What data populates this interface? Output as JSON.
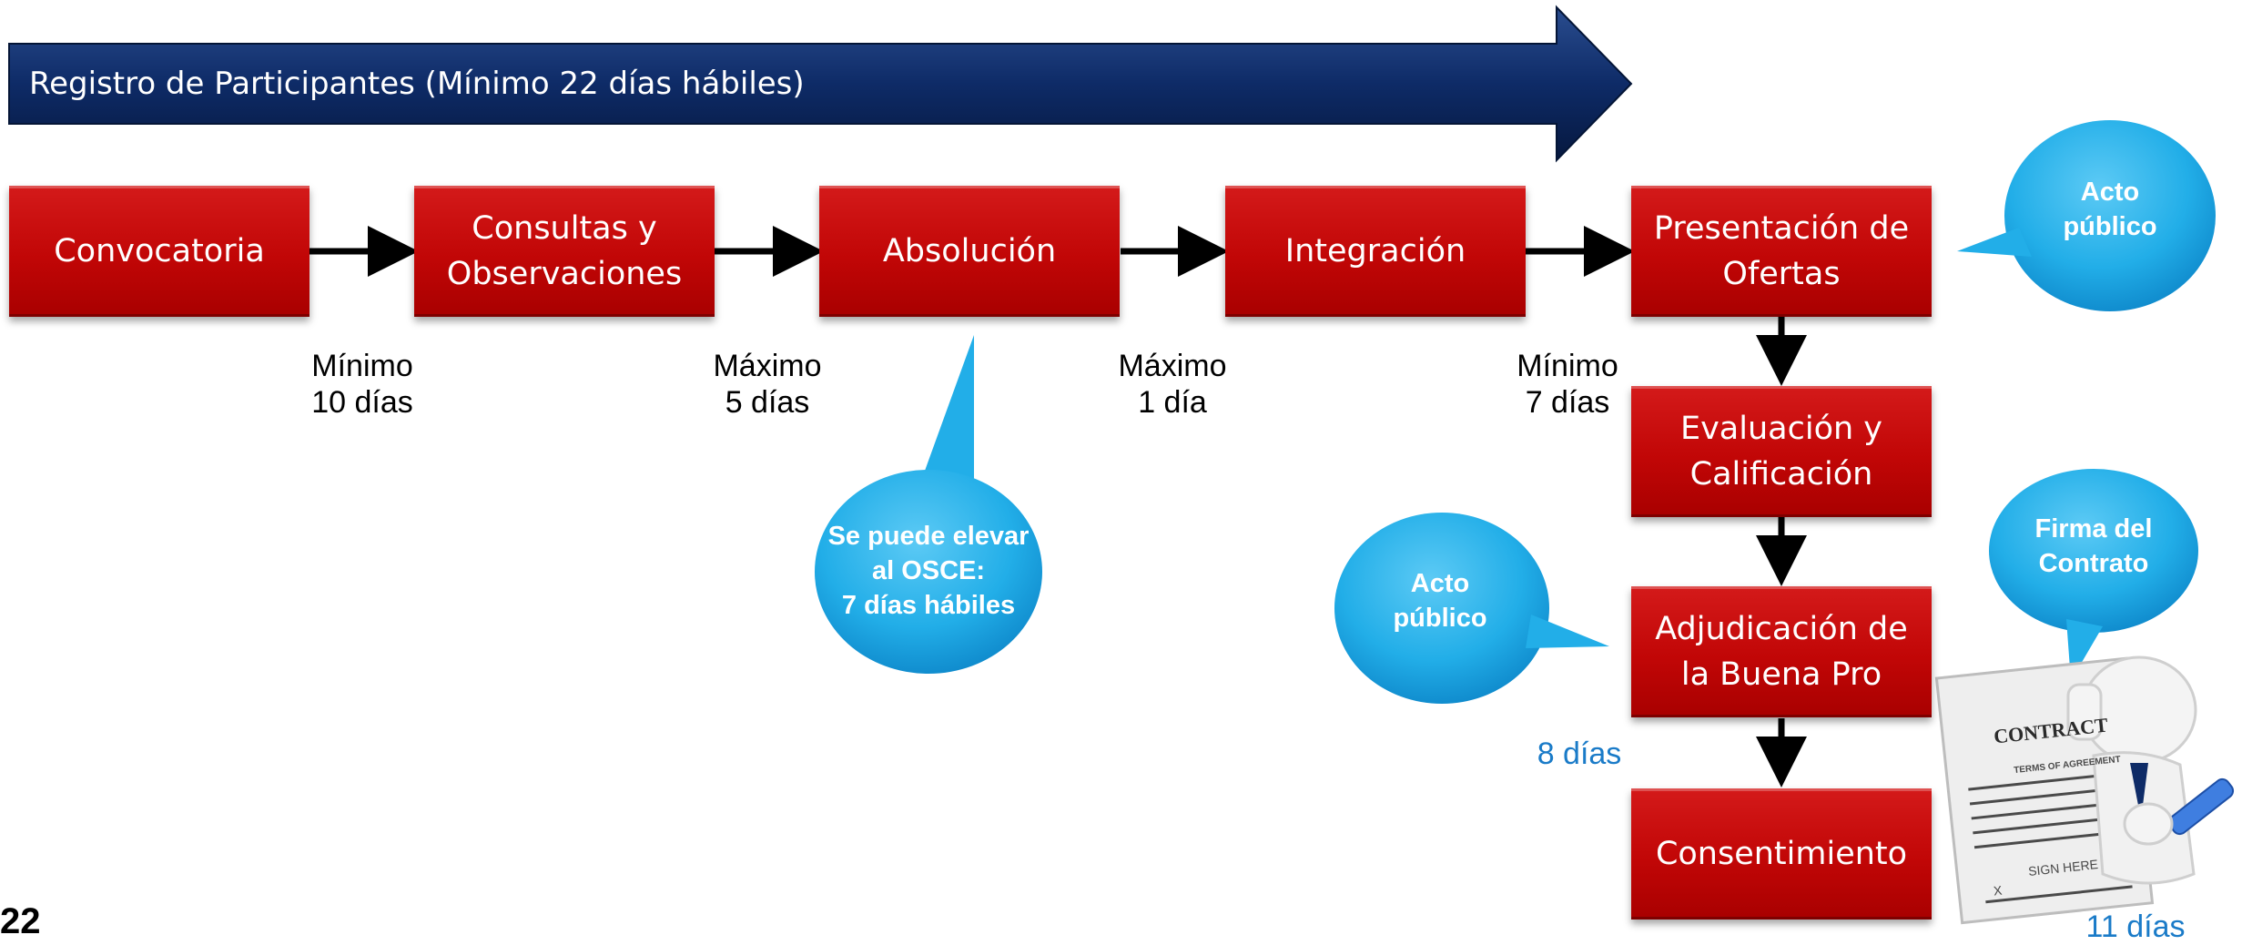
{
  "banner": {
    "label": "Registro de Participantes (Mínimo 22 días hábiles)"
  },
  "steps": [
    {
      "lines": [
        "Convocatoria"
      ]
    },
    {
      "lines": [
        "Consultas y",
        "Observaciones"
      ]
    },
    {
      "lines": [
        "Absolución"
      ]
    },
    {
      "lines": [
        "Integración"
      ]
    },
    {
      "lines": [
        "Presentación de",
        "Ofertas"
      ]
    },
    {
      "lines": [
        "Evaluación y",
        "Calificación"
      ]
    },
    {
      "lines": [
        "Adjudicación de",
        "la Buena Pro"
      ]
    },
    {
      "lines": [
        "Consentimiento"
      ]
    }
  ],
  "durations": [
    {
      "lines": [
        "Mínimo",
        "10 días"
      ]
    },
    {
      "lines": [
        "Máximo",
        "5 días"
      ]
    },
    {
      "lines": [
        "Máximo",
        "1 día"
      ]
    },
    {
      "lines": [
        "Mínimo",
        "7 días"
      ]
    },
    {
      "lines": [
        "8 días"
      ]
    },
    {
      "lines": [
        "11 días"
      ]
    }
  ],
  "callouts": {
    "acto_publico_top": [
      "Acto",
      "público"
    ],
    "acto_publico_left": [
      "Acto",
      "público"
    ],
    "osce": [
      "Se puede elevar",
      "al OSCE:",
      "7 días hábiles"
    ],
    "firma": [
      "Firma del",
      "Contrato"
    ]
  },
  "contract_illustration": {
    "title": "CONTRACT",
    "subtitle": "TERMS OF AGREEMENT",
    "sign": "SIGN HERE",
    "mark": "X"
  },
  "page_number": "22",
  "colors": {
    "step_box": "#c10606",
    "banner": "#0b2a66",
    "callout": "#29aee6",
    "accent_text": "#1a7bc8"
  }
}
